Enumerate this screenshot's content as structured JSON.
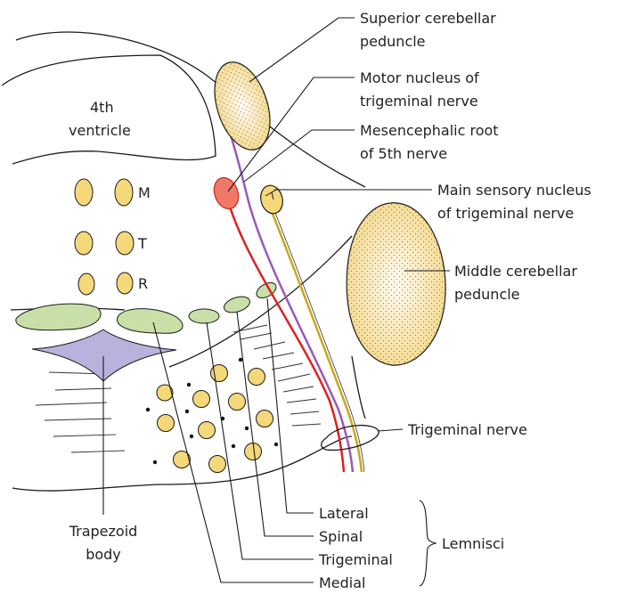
{
  "labels": {
    "ventricle": [
      "4th",
      "ventricle"
    ],
    "nucleus_m": "M",
    "nucleus_t": "T",
    "nucleus_r": "R",
    "superior_cerebellar_peduncle": [
      "Superior cerebellar",
      "peduncle"
    ],
    "motor_nucleus": [
      "Motor nucleus of",
      "trigeminal nerve"
    ],
    "mesencephalic_root": [
      "Mesencephalic root",
      "of 5th nerve"
    ],
    "main_sensory_nucleus": [
      "Main sensory nucleus",
      "of trigeminal nerve"
    ],
    "middle_cerebellar_peduncle": [
      "Middle cerebellar",
      "peduncle"
    ],
    "trigeminal_nerve": "Trigeminal nerve",
    "trapezoid_body": [
      "Trapezoid",
      "body"
    ],
    "lemniscus_lateral": "Lateral",
    "lemniscus_spinal": "Spinal",
    "lemniscus_trigeminal": "Trigeminal",
    "lemniscus_medial": "Medial",
    "lemnisci": "Lemnisci"
  },
  "colors": {
    "nucleus_fill": "#f5d87a",
    "peduncle_fill": "#fbe9b8",
    "lemniscus_fill": "#c8e0a8",
    "trapezoid_fill": "#b8b2dc",
    "motor_nucleus_fill": "#f07866",
    "motor_fibre": "#e02020",
    "sensory_fibre": "#9a5ab8",
    "mesencephalic_fibre": "#c8a818",
    "outline": "#1a1a1a",
    "text": "#222222"
  }
}
